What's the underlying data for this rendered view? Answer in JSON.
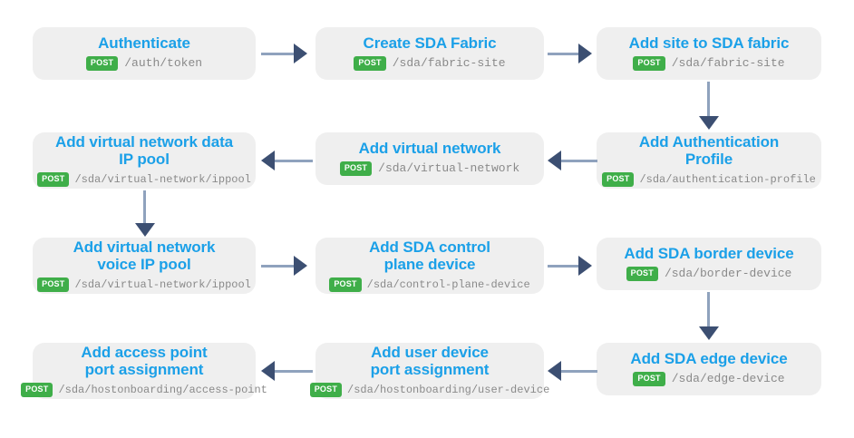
{
  "diagram": {
    "type": "flow-diagram",
    "title": "SDA Fabric provisioning API workflow",
    "colors": {
      "node_background": "#efefef",
      "node_title": "#1ba0e8",
      "method_badge": "#3fae49",
      "method_badge_text": "#ffffff",
      "endpoint_path": "#8a8a8a",
      "arrow": "#3c4f72",
      "connector_line": "#8fa2bd",
      "canvas": "#ffffff"
    },
    "nodes": [
      {
        "id": "authenticate",
        "title": "Authenticate",
        "method": "POST",
        "path": "/auth/token",
        "row": 1,
        "column": 1
      },
      {
        "id": "create-sda-fabric",
        "title": "Create SDA Fabric",
        "method": "POST",
        "path": "/sda/fabric-site",
        "row": 1,
        "column": 2
      },
      {
        "id": "add-site-to-sda-fabric",
        "title": "Add site to SDA fabric",
        "method": "POST",
        "path": "/sda/fabric-site",
        "row": 1,
        "column": 3
      },
      {
        "id": "add-authentication-profile",
        "title": "Add Authentication\nProfile",
        "method": "POST",
        "path": "/sda/authentication-profile",
        "row": 2,
        "column": 3
      },
      {
        "id": "add-virtual-network",
        "title": "Add virtual network",
        "method": "POST",
        "path": "/sda/virtual-network",
        "row": 2,
        "column": 2
      },
      {
        "id": "add-virtual-network-data-ip-pool",
        "title": "Add virtual network data\nIP pool",
        "method": "POST",
        "path": "/sda/virtual-network/ippool",
        "row": 2,
        "column": 1
      },
      {
        "id": "add-virtual-network-voice-ip-pool",
        "title": "Add virtual network\nvoice IP pool",
        "method": "POST",
        "path": "/sda/virtual-network/ippool",
        "row": 3,
        "column": 1
      },
      {
        "id": "add-sda-control-plane-device",
        "title": "Add SDA control\nplane device",
        "method": "POST",
        "path": "/sda/control-plane-device",
        "row": 3,
        "column": 2
      },
      {
        "id": "add-sda-border-device",
        "title": "Add SDA border device",
        "method": "POST",
        "path": "/sda/border-device",
        "row": 3,
        "column": 3
      },
      {
        "id": "add-sda-edge-device",
        "title": "Add SDA edge device",
        "method": "POST",
        "path": "/sda/edge-device",
        "row": 4,
        "column": 3
      },
      {
        "id": "add-user-device-port-assignment",
        "title": "Add user device\nport assignment",
        "method": "POST",
        "path": "/sda/hostonboarding/user-device",
        "row": 4,
        "column": 2
      },
      {
        "id": "add-access-point-port-assignment",
        "title": "Add access point\nport assignment",
        "method": "POST",
        "path": "/sda/hostonboarding/access-point",
        "row": 4,
        "column": 1
      }
    ],
    "connections": [
      {
        "from": "authenticate",
        "to": "create-sda-fabric",
        "direction": "right"
      },
      {
        "from": "create-sda-fabric",
        "to": "add-site-to-sda-fabric",
        "direction": "right"
      },
      {
        "from": "add-site-to-sda-fabric",
        "to": "add-authentication-profile",
        "direction": "down"
      },
      {
        "from": "add-authentication-profile",
        "to": "add-virtual-network",
        "direction": "left"
      },
      {
        "from": "add-virtual-network",
        "to": "add-virtual-network-data-ip-pool",
        "direction": "left"
      },
      {
        "from": "add-virtual-network-data-ip-pool",
        "to": "add-virtual-network-voice-ip-pool",
        "direction": "down"
      },
      {
        "from": "add-virtual-network-voice-ip-pool",
        "to": "add-sda-control-plane-device",
        "direction": "right"
      },
      {
        "from": "add-sda-control-plane-device",
        "to": "add-sda-border-device",
        "direction": "right"
      },
      {
        "from": "add-sda-border-device",
        "to": "add-sda-edge-device",
        "direction": "down"
      },
      {
        "from": "add-sda-edge-device",
        "to": "add-user-device-port-assignment",
        "direction": "left"
      },
      {
        "from": "add-user-device-port-assignment",
        "to": "add-access-point-port-assignment",
        "direction": "left"
      }
    ]
  }
}
